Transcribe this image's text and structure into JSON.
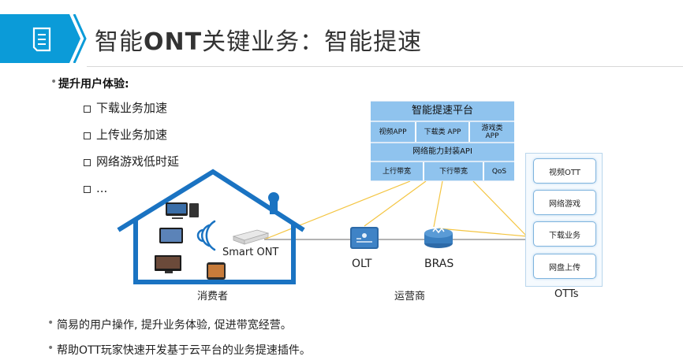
{
  "header": {
    "title_part1": "智能",
    "title_bold": "ONT",
    "title_part2": "关键业务：智能提速",
    "accent_color": "#0b9bd8",
    "icon": "document-icon"
  },
  "bullets": {
    "main": "提升用户体验:",
    "subs": [
      "下载业务加速",
      "上传业务加速",
      "网络游戏低时延",
      "..."
    ]
  },
  "platform": {
    "title": "智能提速平台",
    "apps": [
      "视频APP",
      "下载类 APP",
      "游戏类 APP"
    ],
    "api": "网络能力封装API",
    "capabilities": [
      "上行带宽",
      "下行带宽",
      "QoS"
    ]
  },
  "diagram": {
    "smart_ont": "Smart ONT",
    "olt": "OLT",
    "bras": "BRAS",
    "consumer": "消费者",
    "operator": "运营商",
    "otts": "OTTs",
    "ott_items": [
      "视频OTT",
      "网络游戏",
      "下载业务",
      "网盘上传"
    ],
    "device_icons": [
      "desktop-icon",
      "tablet-icon",
      "wifi-icon",
      "tv-icon",
      "phone-icon"
    ]
  },
  "footer": [
    "简易的用户操作, 提升业务体验, 促进带宽经营。",
    "帮助OTT玩家快速开发基于云平台的业务提速插件。"
  ]
}
